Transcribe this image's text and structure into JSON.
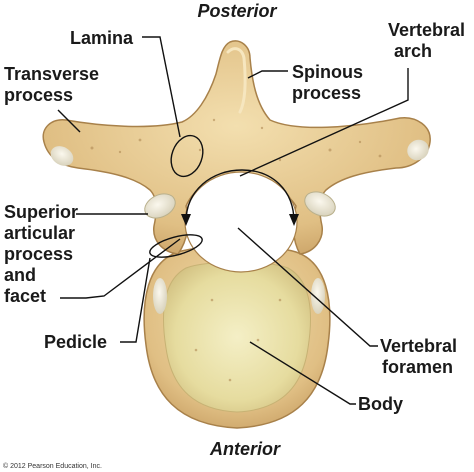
{
  "orientation": {
    "top": "Posterior",
    "bottom": "Anterior"
  },
  "labels": {
    "lamina": "Lamina",
    "transverse_1": "Transverse",
    "transverse_2": "process",
    "spinous_1": "Spinous",
    "spinous_2": "process",
    "arch_1": "Vertebral",
    "arch_2": "arch",
    "superior_1": "Superior",
    "superior_2": "articular",
    "superior_3": "process",
    "superior_4": "and",
    "superior_5": "facet",
    "pedicle": "Pedicle",
    "foramen_1": "Vertebral",
    "foramen_2": "foramen",
    "body": "Body"
  },
  "copyright": "© 2012 Pearson Education, Inc.",
  "colors": {
    "bone": "#e3c58a",
    "bone_dark": "#b8935a",
    "bone_light": "#f2deb0",
    "body_fill": "#ede6b0",
    "facet": "#ece8d8",
    "line": "#111111"
  }
}
